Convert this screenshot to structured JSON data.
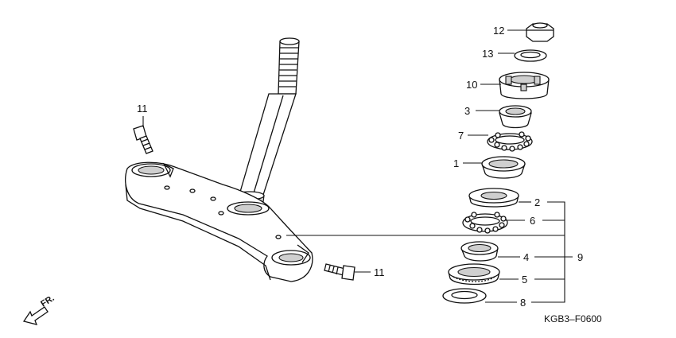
{
  "callouts": {
    "c12": "12",
    "c13": "13",
    "c10": "10",
    "c3": "3",
    "c7": "7",
    "c1": "1",
    "c2": "2",
    "c6": "6",
    "c4": "4",
    "c9": "9",
    "c5": "5",
    "c8": "8",
    "c11_top": "11",
    "c11_bottom": "11"
  },
  "direction_label": "FR.",
  "diagram_code": "KGB3–F0600"
}
